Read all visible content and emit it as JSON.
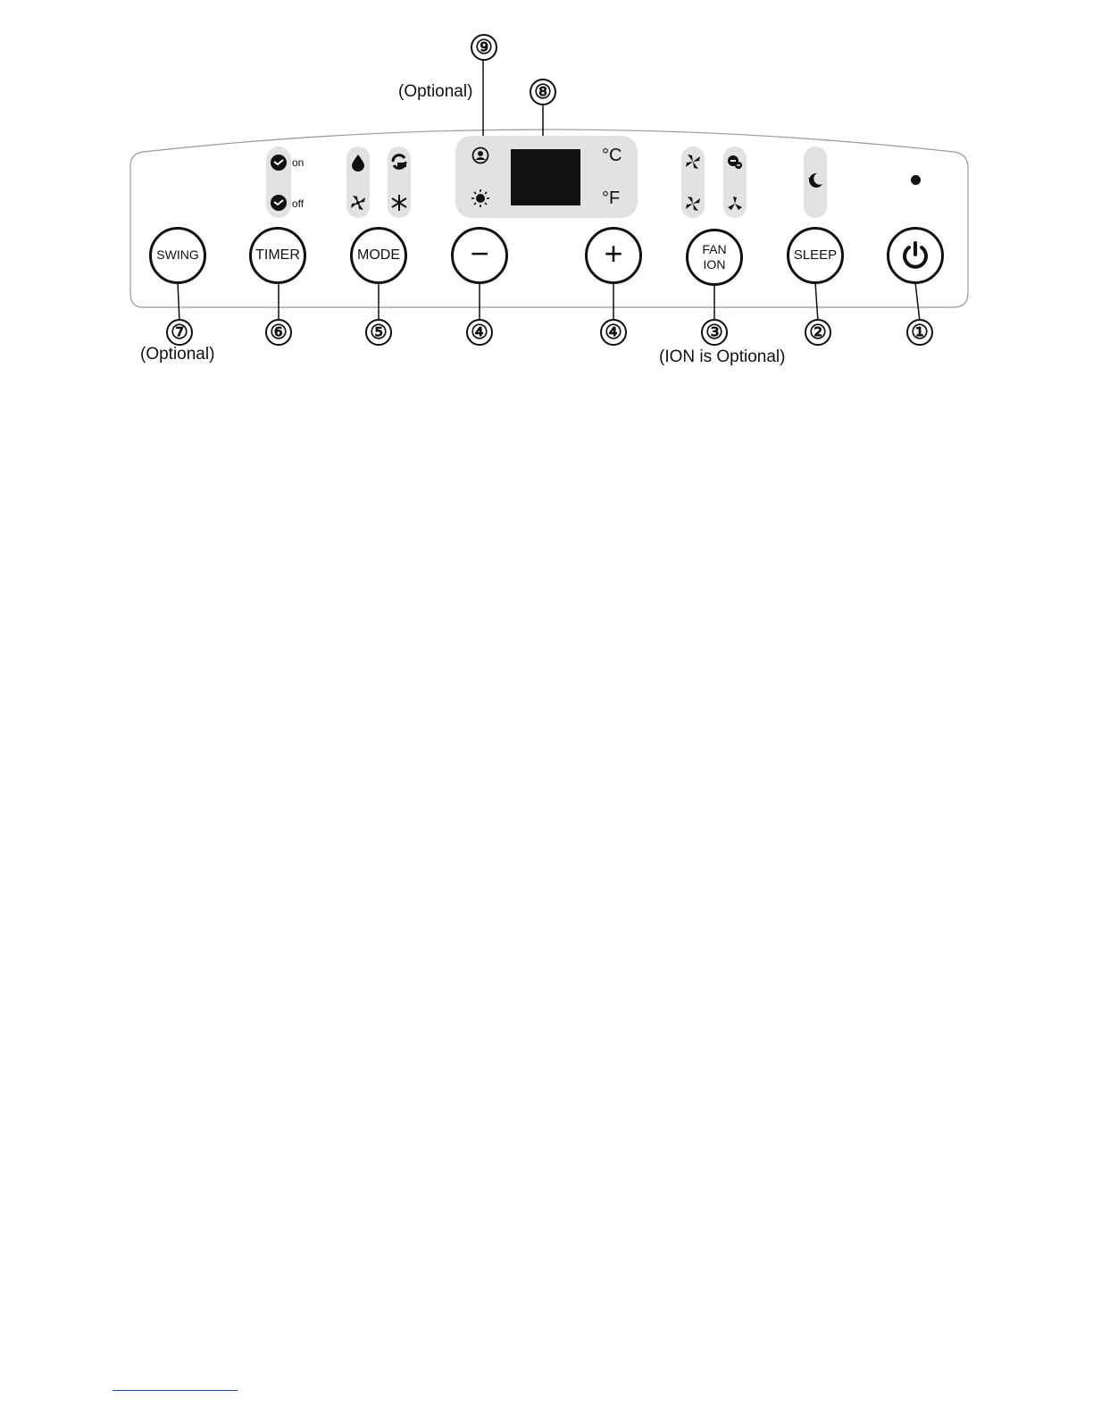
{
  "annotations": {
    "optional_top": "(Optional)",
    "optional_swing": "(Optional)",
    "ion_optional": "(ION is Optional)"
  },
  "callouts": [
    "⑨",
    "⑧",
    "⑦",
    "⑥",
    "⑤",
    "④",
    "④",
    "③",
    "②",
    "①"
  ],
  "buttons": {
    "swing": "SWING",
    "timer": "TIMER",
    "mode": "MODE",
    "minus": "−",
    "plus": "+",
    "fan_ion_line1": "FAN",
    "fan_ion_line2": "ION",
    "sleep": "SLEEP",
    "power": "power-icon"
  },
  "indicators": {
    "timer_on": "on",
    "timer_off": "off",
    "celsius": "°C",
    "fahrenheit": "°F"
  },
  "icons": [
    "clock-icon",
    "drop-icon",
    "auto-icon",
    "fan-icon",
    "snowflake-icon",
    "sun-icon",
    "person-sensor-icon",
    "moon-icon",
    "ion-icon",
    "power-icon"
  ],
  "colors": {
    "line": "#111111",
    "pill": "#e2e2e2",
    "display": "#111111",
    "footer_rule": "#2a47b5"
  }
}
